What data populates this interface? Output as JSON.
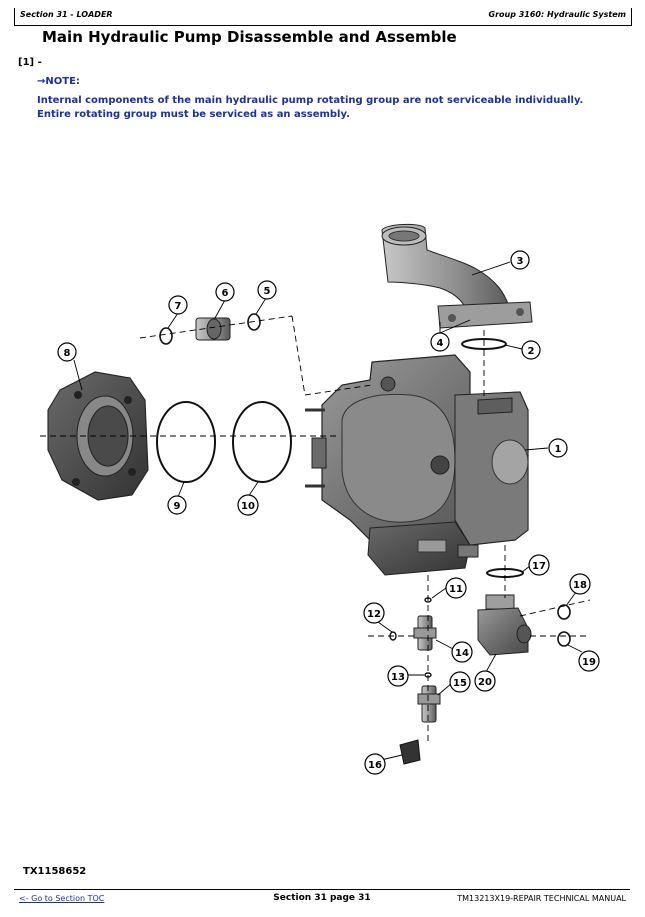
{
  "header": {
    "section": "Section 31 - LOADER",
    "group": "Group 3160: Hydraulic System"
  },
  "title": "Main Hydraulic Pump Disassemble and Assemble",
  "step_label": "[1] -",
  "note": {
    "label": "→NOTE:",
    "text": "Internal components of the main hydraulic pump rotating group are not serviceable individually. Entire rotating group must be serviced as an assembly."
  },
  "callouts": [
    "1",
    "2",
    "3",
    "4",
    "5",
    "6",
    "7",
    "8",
    "9",
    "10",
    "11",
    "12",
    "13",
    "14",
    "15",
    "16",
    "17",
    "18",
    "19",
    "20"
  ],
  "figure_id": "TX1158652",
  "footer": {
    "toc_link": "<- Go to Section TOC",
    "page": "Section 31 page 31",
    "manual": "TM13213X19-REPAIR TECHNICAL MANUAL"
  }
}
